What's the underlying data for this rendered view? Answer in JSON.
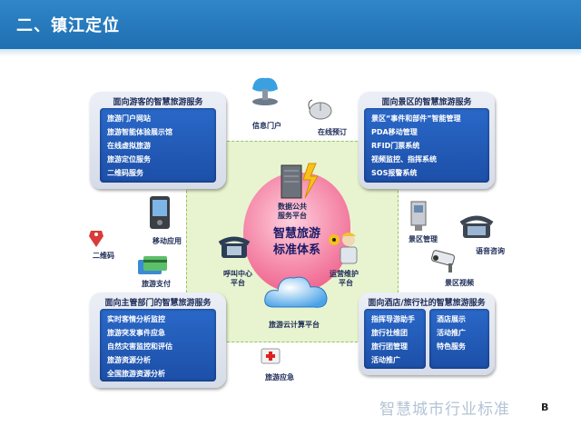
{
  "header": {
    "title": "二、镇江定位"
  },
  "panels": {
    "tourist": {
      "title": "面向游客的智慧旅游服务",
      "items": [
        "旅游门户网站",
        "旅游智能体验展示馆",
        "在线虚拟旅游",
        "旅游定位服务",
        "二维码服务"
      ]
    },
    "scenic": {
      "title": "面向景区的智慧旅游服务",
      "items": [
        "景区“事件和部件”智能管理",
        "PDA移动管理",
        "RFID门票系统",
        "视频监控、指挥系统",
        "SOS报警系统"
      ]
    },
    "government": {
      "title": "面向主管部门的智慧旅游服务",
      "items": [
        "实时客情分析监控",
        "旅游突发事件应急",
        "自然灾害监控和评估",
        "旅游资源分析",
        "全国旅游资源分析"
      ]
    },
    "hotel": {
      "title": "面向酒店/旅行社的智慧旅游服务",
      "left_items": [
        "指挥导游助手",
        "旅行社维团",
        "旅行团管理",
        "活动推广"
      ],
      "right_items": [
        "酒店展示",
        "活动推广",
        "特色服务"
      ]
    }
  },
  "core": {
    "title_line1": "智慧旅游",
    "title_line2": "标准体系"
  },
  "nodes": {
    "data_platform": {
      "line1": "数据公共",
      "line2": "服务平台"
    },
    "call_center": {
      "line1": "呼叫中心",
      "line2": "平台"
    },
    "ops_platform": {
      "line1": "运营维护",
      "line2": "平台"
    },
    "cloud": "旅游云计算平台"
  },
  "icons": {
    "info_portal": "信息门户",
    "online_booking": "在线预订",
    "mobile_app": "移动应用",
    "qr_code": "二维码",
    "tourism_payment": "旅游支付",
    "scenic_management": "景区管理",
    "voice_consult": "语音咨询",
    "scenic_video": "景区视频",
    "tourism_emergency": "旅游应急"
  },
  "footer": {
    "watermark": "智慧城市行业标准",
    "page_num": "B"
  },
  "colors": {
    "header": "#1f6fb2",
    "list": "#1c4fa8",
    "core": "#f06a92",
    "zone": "#e8f4cf"
  }
}
